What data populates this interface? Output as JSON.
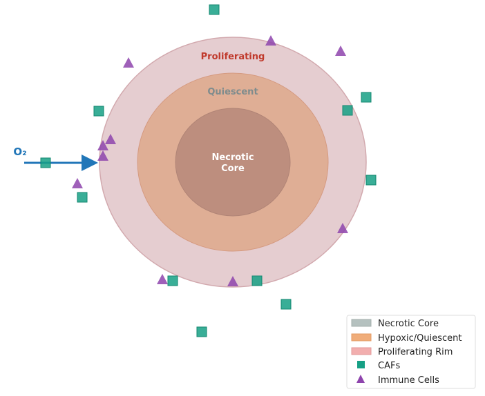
{
  "diagram": {
    "labels": {
      "proliferating": "Proliferating",
      "quiescent": "Quiescent",
      "necrotic_line1": "Necrotic",
      "necrotic_line2": "Core",
      "oxygen": "O₂"
    },
    "legend": [
      {
        "label": "Necrotic Core",
        "color": "#b5c1bf",
        "marker": "patch"
      },
      {
        "label": "Hypoxic/Quiescent",
        "color": "#f0ad7a",
        "marker": "patch"
      },
      {
        "label": "Proliferating Rim",
        "color": "#f2aeae",
        "marker": "patch"
      },
      {
        "label": "CAFs",
        "color": "#16a085",
        "marker": "square"
      },
      {
        "label": "Immune Cells",
        "color": "#8e44ad",
        "marker": "triangle"
      }
    ],
    "colors": {
      "proliferating_fill": "#e5cdd0",
      "quiescent_fill": "#dfae95",
      "necrotic_fill": "#bd8e7e",
      "proliferating_text": "#c0392b",
      "quiescent_text": "#7f8c8d",
      "oxygen": "#2176b8"
    }
  }
}
